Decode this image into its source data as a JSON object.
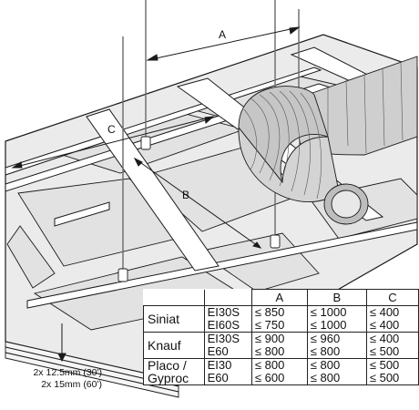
{
  "diagram": {
    "dim_a_label": "A",
    "dim_b_label": "B",
    "dim_c_label": "C",
    "board_note_line1": "2x 12.5mm (30')",
    "board_note_line2": "2x 15mm (60')"
  },
  "table": {
    "headers": [
      "A",
      "B",
      "C"
    ],
    "rows": [
      {
        "brand": "Siniat",
        "class": [
          "EI30S",
          "EI60S"
        ],
        "a": [
          "≤ 850",
          "≤ 750"
        ],
        "b": [
          "≤ 1000",
          "≤ 1000"
        ],
        "c": [
          "≤ 400",
          "≤ 400"
        ]
      },
      {
        "brand": "Knauf",
        "class": [
          "EI30S",
          "E60"
        ],
        "a": [
          "≤ 900",
          "≤ 800"
        ],
        "b": [
          "≤ 960",
          "≤ 800"
        ],
        "c": [
          "≤ 400",
          "≤ 500"
        ]
      },
      {
        "brand": "Placo / Gyproc",
        "class": [
          "EI30",
          "E60"
        ],
        "a": [
          "≤ 800",
          "≤ 600"
        ],
        "b": [
          "≤ 800",
          "≤ 800"
        ],
        "c": [
          "≤ 500",
          "≤ 500"
        ]
      }
    ]
  },
  "colors": {
    "line": "#1a1a1a",
    "panel": "#e3e3e3",
    "duct": "#d2d2d2",
    "duct_shadow": "#a9a9a9"
  }
}
